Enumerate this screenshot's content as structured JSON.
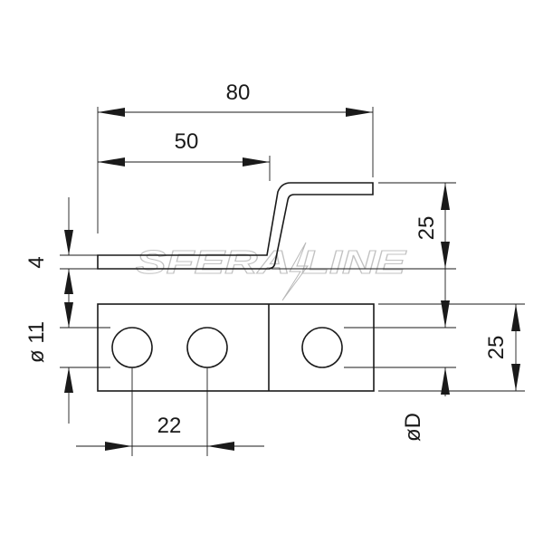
{
  "drawing": {
    "watermark": "SFERA LINE",
    "dimensions": {
      "overall_length": "80",
      "bend_offset": "50",
      "thickness": "4",
      "bend_height": "25",
      "hole_diameter": "ø 11",
      "width": "25",
      "hole_pitch": "22",
      "conductor_diameter": "øD"
    }
  }
}
